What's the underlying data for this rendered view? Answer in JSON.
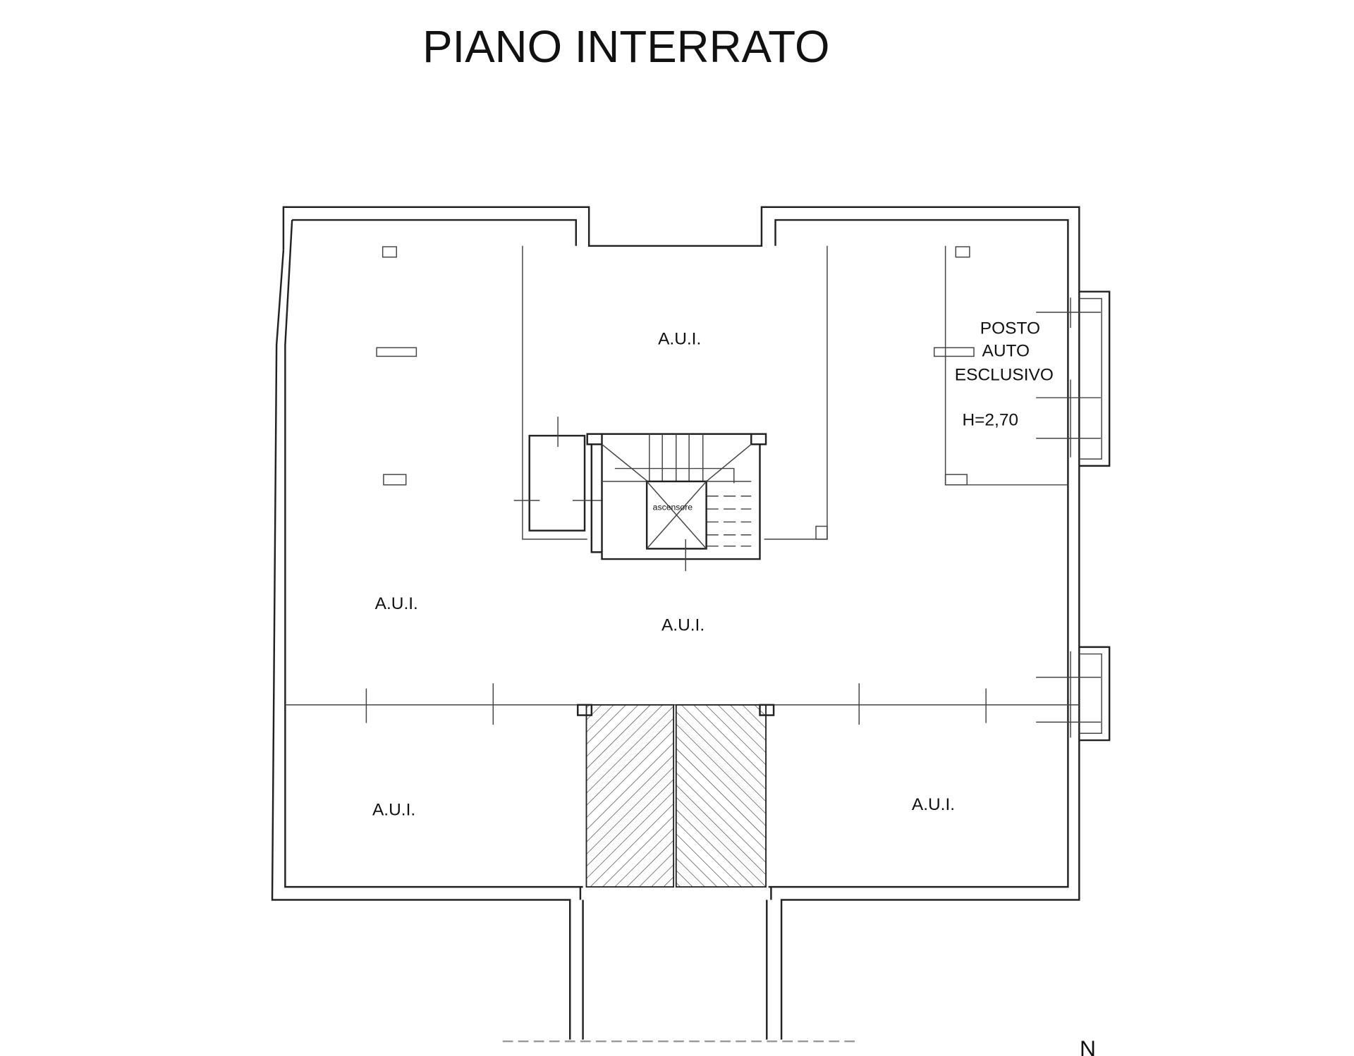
{
  "title": "PIANO INTERRATO",
  "rooms": {
    "central_top": "A.U.I.",
    "left_main": "A.U.I.",
    "central_main": "A.U.I.",
    "bottom_left": "A.U.I.",
    "bottom_right": "A.U.I."
  },
  "parking": {
    "line1": "POSTO",
    "line2": "AUTO",
    "line3": "ESCLUSIVO",
    "height": "H=2,70"
  },
  "elevator_label": "ascensore",
  "north_label": "N",
  "colors": {
    "line": "#222222",
    "background": "#ffffff"
  }
}
